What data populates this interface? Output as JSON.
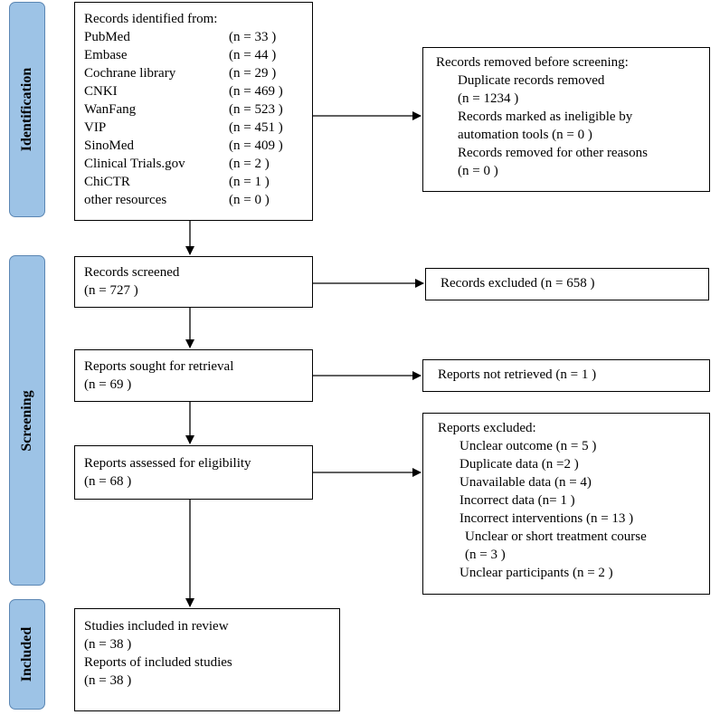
{
  "phases": {
    "identification": "Identification",
    "screening": "Screening",
    "included": "Included"
  },
  "identified": {
    "title": "Records identified from:",
    "sources": [
      {
        "name": "PubMed",
        "count": "(n = 33 )"
      },
      {
        "name": "Embase",
        "count": "(n = 44 )"
      },
      {
        "name": "Cochrane library",
        "count": "(n = 29 )"
      },
      {
        "name": "CNKI",
        "count": "(n = 469 )"
      },
      {
        "name": "WanFang",
        "count": "(n = 523 )"
      },
      {
        "name": "VIP",
        "count": "(n = 451 )"
      },
      {
        "name": "SinoMed",
        "count": "(n = 409 )"
      },
      {
        "name": "Clinical Trials.gov",
        "count": "(n = 2 )"
      },
      {
        "name": "ChiCTR",
        "count": "(n = 1 )"
      },
      {
        "name": "other resources",
        "count": "(n = 0 )"
      }
    ]
  },
  "removed": {
    "title": "Records removed before screening:",
    "lines": [
      "Duplicate records removed",
      "(n = 1234 )",
      "Records marked as ineligible by",
      "automation tools (n = 0 )",
      "Records removed for other reasons",
      "(n = 0 )"
    ]
  },
  "screened": {
    "line1": "Records screened",
    "line2": "(n = 727 )"
  },
  "excluded_records": "Records excluded (n = 658 )",
  "sought": {
    "line1": "Reports sought for retrieval",
    "line2": "(n = 69 )"
  },
  "not_retrieved": "Reports not retrieved (n = 1 )",
  "assessed": {
    "line1": "Reports assessed for eligibility",
    "line2": "(n = 68 )"
  },
  "reports_excluded": {
    "title": "Reports excluded:",
    "lines": [
      "Unclear outcome (n = 5 )",
      "Duplicate data (n =2 )",
      "Unavailable data (n = 4)",
      "Incorrect data (n= 1 )",
      "Incorrect interventions (n = 13 )",
      "Unclear or short treatment course",
      "(n = 3 )",
      "Unclear participants (n = 2 )"
    ]
  },
  "included_box": {
    "line1": "Studies included in review",
    "line2": "(n = 38 )",
    "line3": "Reports of included studies",
    "line4": "(n = 38 )"
  }
}
